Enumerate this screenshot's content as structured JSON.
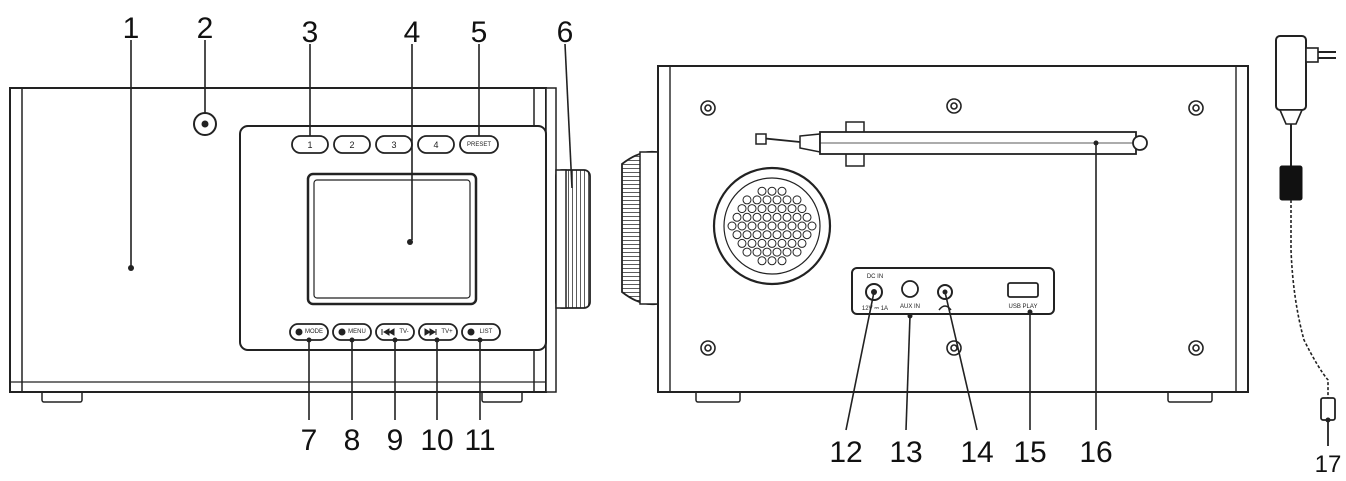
{
  "callouts": {
    "c1": "1",
    "c2": "2",
    "c3": "3",
    "c4": "4",
    "c5": "5",
    "c6": "6",
    "c7": "7",
    "c8": "8",
    "c9": "9",
    "c10": "10",
    "c11": "11",
    "c12": "12",
    "c13": "13",
    "c14": "14",
    "c15": "15",
    "c16": "16",
    "c17": "17"
  },
  "front_buttons": {
    "b1": "1",
    "b2": "2",
    "b3": "3",
    "b4": "4",
    "preset": "PRESET",
    "mode": "MODE",
    "menu": "MENU",
    "prev": "TV-",
    "next": "TV+",
    "list": "LIST"
  },
  "rear_labels": {
    "dc_in": "DC IN",
    "dc_rating": "12V ⎓ 1A",
    "aux_in": "AUX IN",
    "usb_play": "USB PLAY"
  }
}
